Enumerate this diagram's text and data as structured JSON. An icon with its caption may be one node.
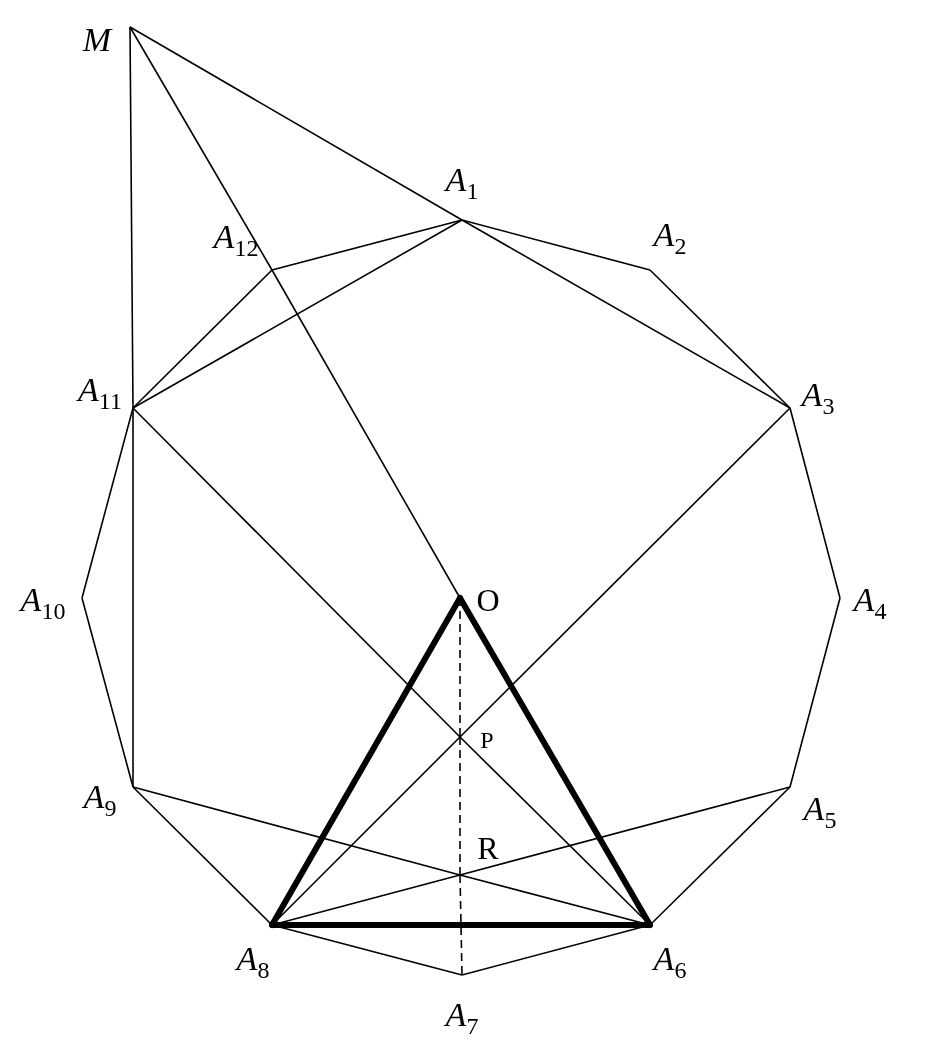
{
  "diagram": {
    "nodes": [
      {
        "text": [
          "M"
        ]
      },
      {
        "text": [
          "*A*$_{1}$"
        ]
      },
      {
        "text": [
          "*A*$_{2}$"
        ]
      },
      {
        "text": [
          "*A*$_{3}$"
        ]
      },
      {
        "text": [
          "*A*$_{4}$"
        ]
      },
      {
        "text": [
          "*A*$_{5}$"
        ]
      },
      {
        "text": [
          "*A*$_{6}$"
        ]
      },
      {
        "text": [
          "*A*$_{7}$"
        ]
      },
      {
        "text": [
          "*A*$_{8}$"
        ]
      },
      {
        "text": [
          "*A*$_{9}$"
        ]
      },
      {
        "text": [
          "*A*$_{10}$"
        ]
      },
      {
        "text": [
          "*A*$_{11}$"
        ]
      },
      {
        "text": [
          "*A*$_{12}$"
        ]
      },
      {
        "text": [
          "O"
        ]
      },
      {
        "text": [
          "P"
        ]
      },
      {
        "text": [
          "R"
        ]
      }
    ],
    "edges": [
      {
        "from": 1,
        "to": 2,
        "arrow": "none"
      },
      {
        "from": 2,
        "to": 3,
        "arrow": "none"
      },
      {
        "from": 3,
        "to": 4,
        "arrow": "none"
      },
      {
        "from": 4,
        "to": 5,
        "arrow": "none"
      },
      {
        "from": 5,
        "to": 6,
        "arrow": "none"
      },
      {
        "from": 6,
        "to": 7,
        "arrow": "none"
      },
      {
        "from": 7,
        "to": 8,
        "arrow": "none"
      },
      {
        "from": 8,
        "to": 9,
        "arrow": "none"
      },
      {
        "from": 9,
        "to": 10,
        "arrow": "none"
      },
      {
        "from": 10,
        "to": 11,
        "arrow": "none"
      },
      {
        "from": 11,
        "to": 12,
        "arrow": "none"
      },
      {
        "from": 12,
        "to": 1,
        "arrow": "none"
      },
      {
        "from": 0,
        "to": 1,
        "arrow": "none"
      },
      {
        "from": 1,
        "to": 3,
        "arrow": "none"
      },
      {
        "from": 0,
        "to": 12,
        "arrow": "none"
      },
      {
        "from": 12,
        "to": 13,
        "arrow": "none"
      },
      {
        "from": 0,
        "to": 11,
        "arrow": "none"
      },
      {
        "from": 11,
        "to": 9,
        "arrow": "none"
      },
      {
        "from": 11,
        "to": 1,
        "arrow": "none"
      },
      {
        "from": 11,
        "to": 14,
        "arrow": "none"
      },
      {
        "from": 14,
        "to": 6,
        "arrow": "none"
      },
      {
        "from": 3,
        "to": 14,
        "arrow": "none"
      },
      {
        "from": 14,
        "to": 8,
        "arrow": "none"
      },
      {
        "from": 9,
        "to": 15,
        "arrow": "none"
      },
      {
        "from": 15,
        "to": 6,
        "arrow": "none"
      },
      {
        "from": 5,
        "to": 15,
        "arrow": "none"
      },
      {
        "from": 15,
        "to": 8,
        "arrow": "none"
      },
      {
        "from": 13,
        "to": 8,
        "arrow": "none",
        "style": "thick"
      },
      {
        "from": 13,
        "to": 6,
        "arrow": "none",
        "style": "thick"
      },
      {
        "from": 8,
        "to": 6,
        "arrow": "none",
        "style": "thick"
      },
      {
        "from": 13,
        "to": 14,
        "arrow": "none",
        "style": "dashed"
      },
      {
        "from": 14,
        "to": 15,
        "arrow": "none",
        "style": "dashed"
      },
      {
        "from": 15,
        "to": 7,
        "arrow": "none",
        "style": "dashed"
      }
    ]
  }
}
